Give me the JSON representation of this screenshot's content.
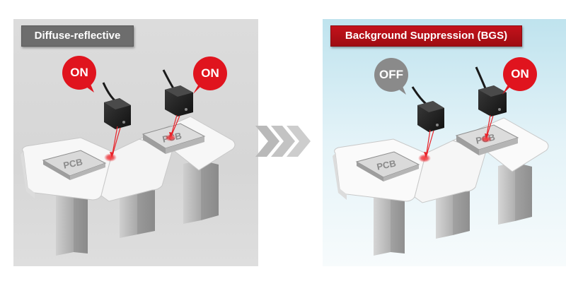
{
  "left_panel": {
    "title": "Diffuse-reflective",
    "bubble_near": "ON",
    "bubble_far": "ON",
    "pcb_near": "PCB",
    "pcb_far": "PCB"
  },
  "right_panel": {
    "title": "Background Suppression (BGS)",
    "bubble_near": "OFF",
    "bubble_far": "ON",
    "pcb_near": "PCB",
    "pcb_far": "PCB"
  },
  "colors": {
    "on_bubble": "#e0141e",
    "off_bubble": "#8a8a8a",
    "label_left_bg": "#6d6d6d",
    "label_right_bg": "#b0101a",
    "laser": "#e8232a",
    "chevrons": "#b9b9b9"
  }
}
